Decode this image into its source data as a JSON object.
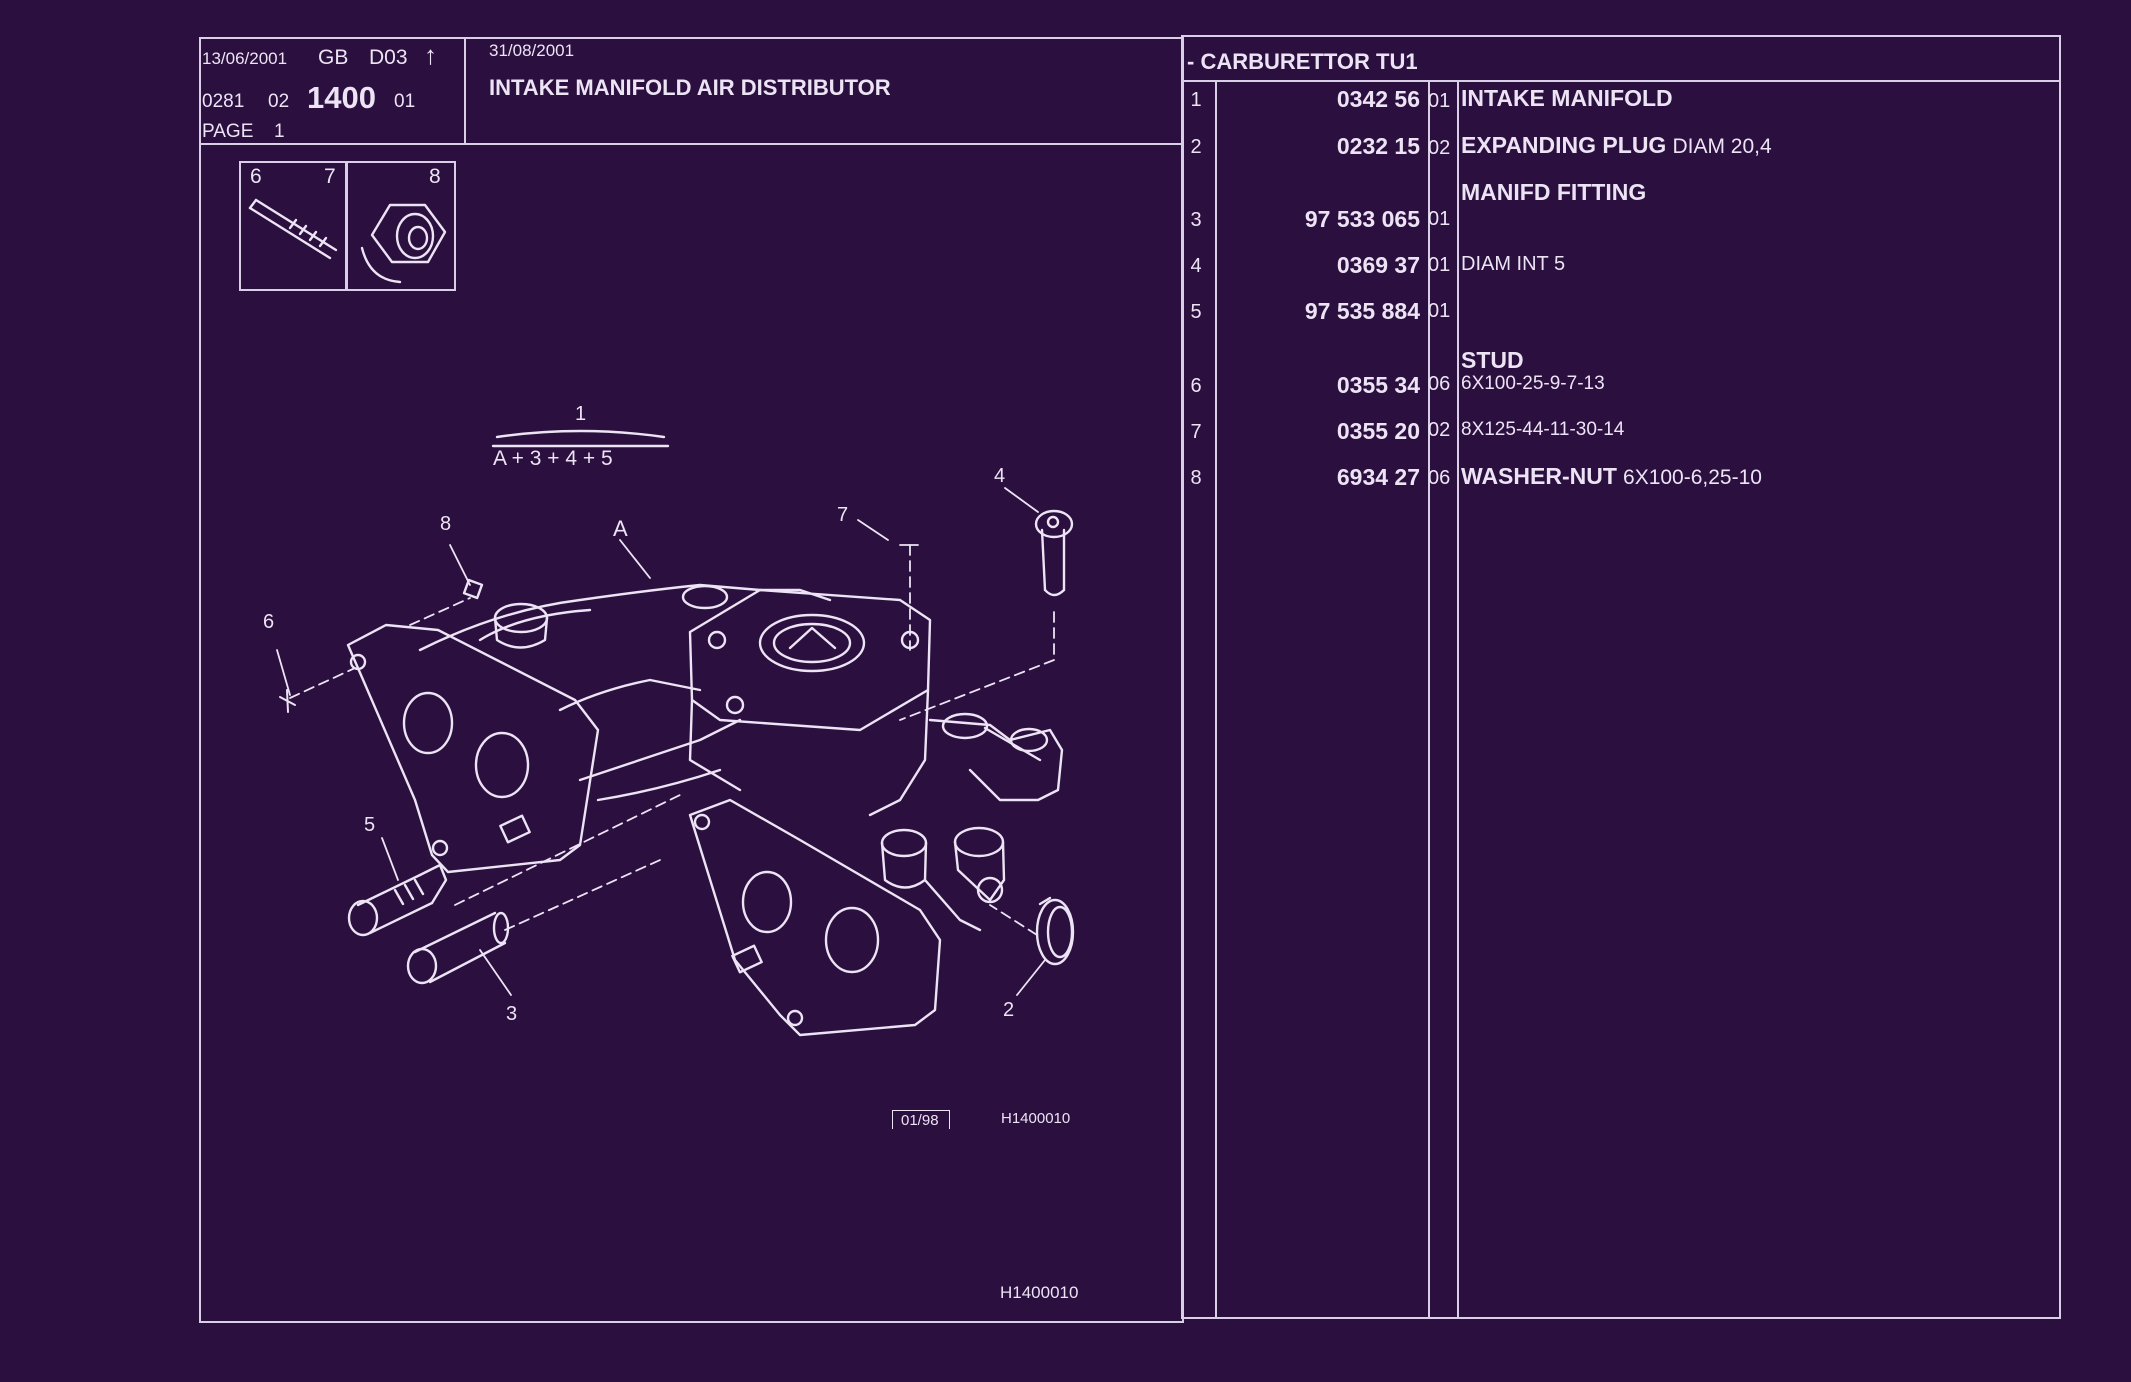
{
  "header": {
    "issue_date": "13/06/2001",
    "lang": "GB",
    "code": "D03",
    "arrow": "↑",
    "group_a": "0281",
    "group_b": "02",
    "group_main": "1400",
    "group_c": "01",
    "page_label": "PAGE",
    "page_number": "1",
    "revision_date": "31/08/2001",
    "title": "INTAKE MANIFOLD AIR DISTRIBUTOR"
  },
  "parts_table": {
    "section_title": "- CARBURETTOR TU1",
    "rows": [
      {
        "num": "1",
        "part": "0342 56",
        "qty": "01",
        "main": "INTAKE MANIFOLD",
        "sub": ""
      },
      {
        "num": "2",
        "part": "0232 15",
        "qty": "02",
        "main": "EXPANDING PLUG",
        "sub": "DIAM 20,4"
      },
      {
        "num": "3",
        "part": "97 533 065",
        "qty": "01",
        "main": "",
        "sub": ""
      },
      {
        "num": "4",
        "part": "0369 37",
        "qty": "01",
        "main": "",
        "sub": "DIAM INT 5"
      },
      {
        "num": "5",
        "part": "97 535 884",
        "qty": "01",
        "main": "",
        "sub": ""
      },
      {
        "num": "6",
        "part": "0355 34",
        "qty": "06",
        "main": "",
        "sub": "6X100-25-9-7-13"
      },
      {
        "num": "7",
        "part": "0355 20",
        "qty": "02",
        "main": "",
        "sub": "8X125-44-11-30-14"
      },
      {
        "num": "8",
        "part": "6934 27",
        "qty": "06",
        "main": "WASHER-NUT",
        "sub": "6X100-6,25-10"
      }
    ],
    "group_headings": {
      "manifd_fitting": "MANIFD FITTING",
      "stud": "STUD"
    }
  },
  "diagram": {
    "inset_labels": [
      "6",
      "7",
      "8"
    ],
    "callouts": [
      "1",
      "A",
      "2",
      "3",
      "4",
      "5",
      "6",
      "7",
      "8"
    ],
    "formula": "A + 3 + 4 + 5",
    "edition_box": "01/98",
    "ref_code_small": "H1400010",
    "ref_code_bottom": "H1400010"
  },
  "colors": {
    "background": "#2b0f3e",
    "ink": "#ece4f4"
  }
}
